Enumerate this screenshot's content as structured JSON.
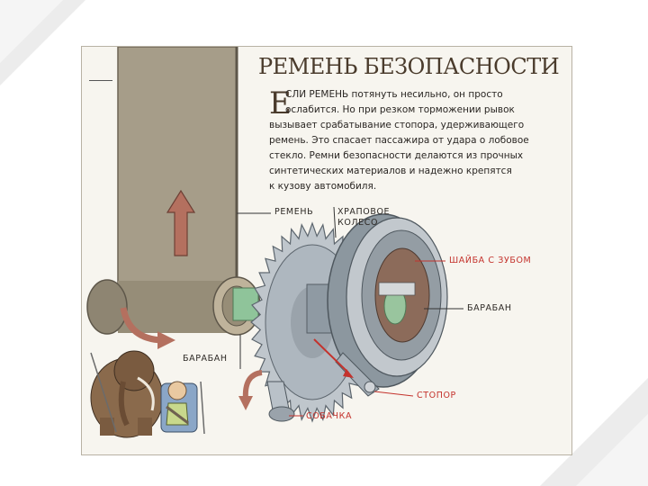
{
  "title": "РЕМЕНЬ БЕЗОПАСНОСТИ",
  "intro": {
    "dropcap": "Е",
    "lines": [
      "СЛИ РЕМЕНЬ потянуть несильно, он просто",
      "ослабится. Но при резком торможении рывок",
      "вызывает срабатывание стопора, удерживающего",
      "ремень. Это спасает пассажира от удара о лобовое",
      "стекло. Ремни безопасности делаются из прочных",
      "синтетических материалов и надежно крепятся",
      "к кузову автомобиля."
    ]
  },
  "labels": {
    "belt": "РЕМЕНЬ",
    "ratchet_line1": "ХРАПОВОЕ",
    "ratchet_line2": "КОЛЕСО",
    "toothed_washer": "ШАЙБА С ЗУБОМ",
    "drum_right": "БАРАБАН",
    "drum_left": "БАРАБАН",
    "stopper": "СТОПОР",
    "pawl": "СОБАЧКА"
  },
  "colors": {
    "accent_red": "#c4322c",
    "text": "#2e2a26",
    "belt": "#a59c88",
    "metal": "#7f8c96",
    "arrow": "#b06a5c"
  },
  "icons": [
    "up-arrow-icon",
    "curved-arrow-icon",
    "mammoth-illustration",
    "child-in-car-seat-illustration"
  ]
}
